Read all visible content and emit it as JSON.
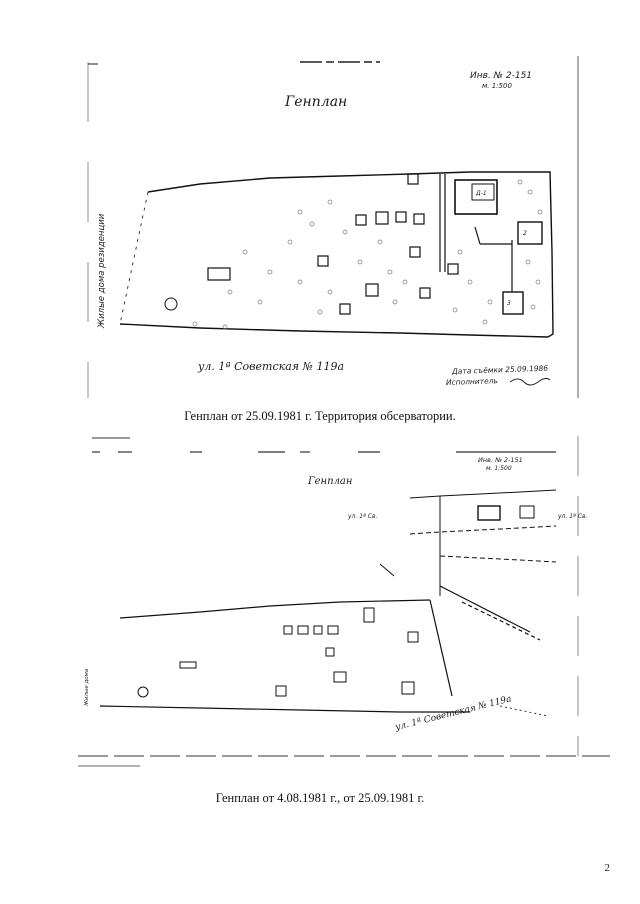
{
  "plan1": {
    "title": "Генплан",
    "inventory": "Инв. № 2-151",
    "scale": "м. 1:500",
    "left_label": "Жилые дома резиденции",
    "street": "ул. 1ª Советская № 119а",
    "survey_date": "Дата съёмки 25.09.1986",
    "executor": "Исполнитель",
    "caption": "Генплан от 25.09.1981 г. Территория обсерватории."
  },
  "plan2": {
    "title": "Генплан",
    "inventory": "Инв. № 2-151",
    "scale": "м. 1:500",
    "street": "ул. 1ª Советская № 119а",
    "caption": "Генплан от 4.08.1981 г., от 25.09.1981 г."
  },
  "page_number": "2"
}
